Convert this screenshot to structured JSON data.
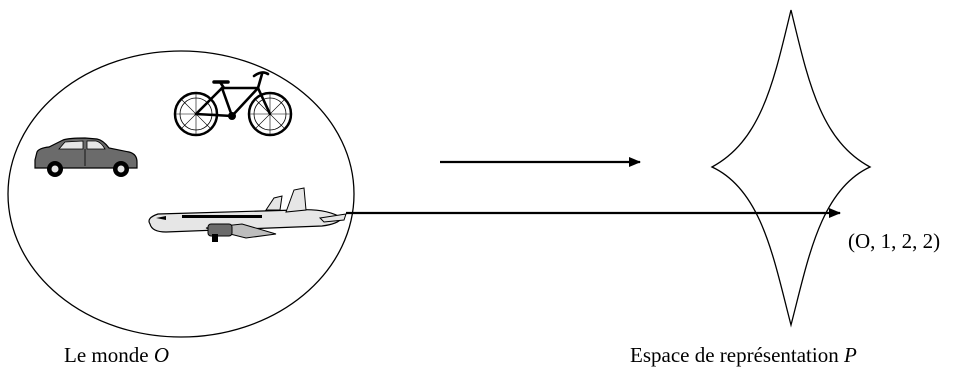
{
  "world": {
    "label_prefix": "Le monde",
    "label_symbol": "O",
    "objects": [
      {
        "name": "car",
        "icon": "car-icon"
      },
      {
        "name": "bicycle",
        "icon": "bicycle-icon"
      },
      {
        "name": "airplane",
        "icon": "airplane-icon"
      }
    ]
  },
  "representation": {
    "label_prefix": "Espace de représentation",
    "label_symbol": "P",
    "point_label": "(O, 1, 2, 2)"
  },
  "colors": {
    "stroke": "#000000",
    "background": "#ffffff",
    "vehicle_fill": "#e6e6e6",
    "vehicle_dark": "#6b6b6b"
  }
}
